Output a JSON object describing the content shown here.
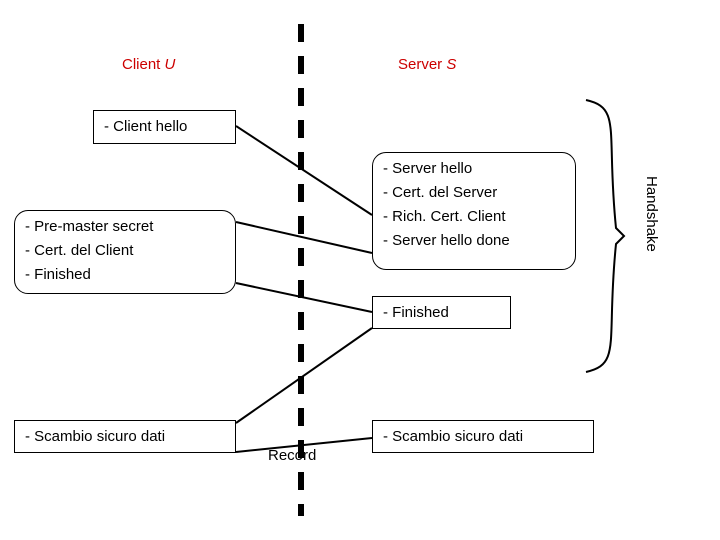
{
  "diagram": {
    "title_client": "Client ",
    "title_client_italic": "U",
    "title_server": "Server ",
    "title_server_italic": "S",
    "record_label": "Record",
    "handshake_label": "Handshake",
    "colors": {
      "header_text": "#cc0000",
      "body_text": "#000000",
      "line": "#000000",
      "background": "#ffffff"
    },
    "boxes": [
      {
        "id": "client-hello",
        "text": "- Client hello"
      },
      {
        "id": "client-keyexchange",
        "text": "- Pre-master secret\n- Cert. del Client\n- Finished"
      },
      {
        "id": "server-hello",
        "text": "- Server hello\n- Cert. del Server\n- Rich. Cert. Client\n- Server hello done"
      },
      {
        "id": "server-finished",
        "text": "- Finished"
      },
      {
        "id": "client-data",
        "text": "- Scambio sicuro dati"
      },
      {
        "id": "server-data",
        "text": "- Scambio sicuro dati"
      }
    ]
  }
}
